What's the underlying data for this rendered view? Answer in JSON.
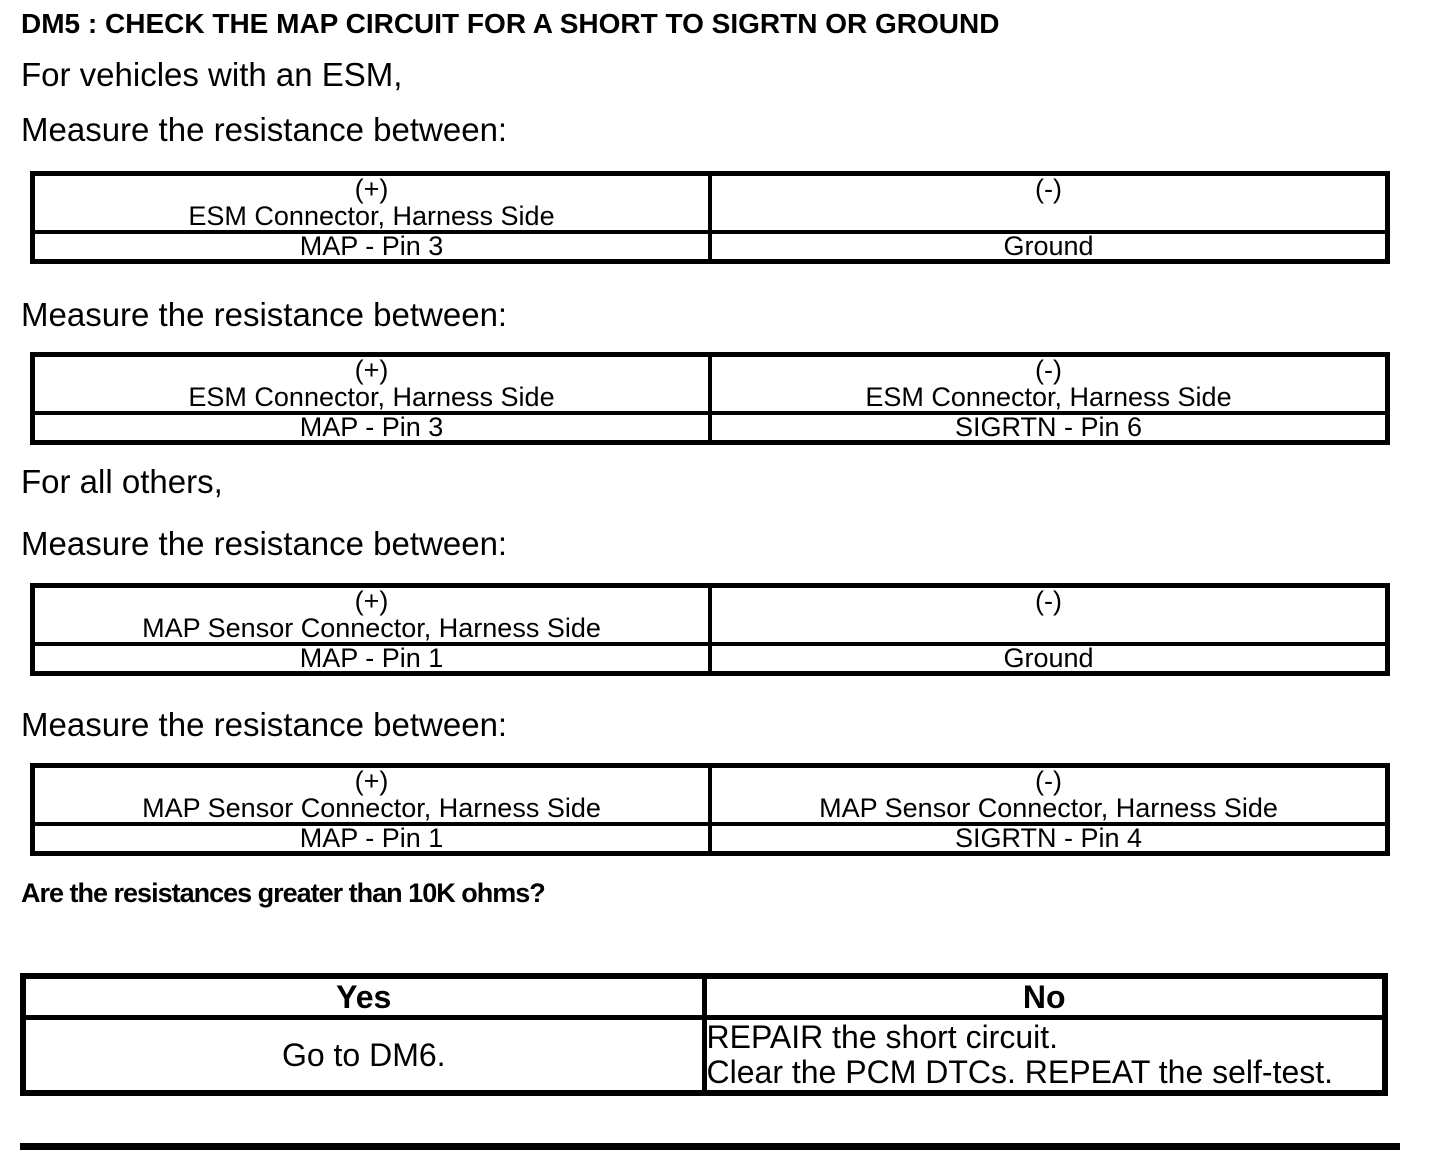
{
  "colors": {
    "text": "#000000",
    "background": "#ffffff",
    "border": "#000000"
  },
  "title": "DM5 : CHECK THE MAP CIRCUIT FOR A SHORT TO SIGRTN OR GROUND",
  "intro_esm": "For vehicles with an ESM,",
  "intro_others": "For all others,",
  "measurements": [
    {
      "label": "Measure the resistance between:",
      "positive": {
        "sign": "(+)",
        "connector": "ESM Connector, Harness Side",
        "point": "MAP - Pin 3"
      },
      "negative": {
        "sign": "(-)",
        "connector": "",
        "point": "Ground"
      }
    },
    {
      "label": "Measure the resistance between:",
      "positive": {
        "sign": "(+)",
        "connector": "ESM Connector, Harness Side",
        "point": "MAP - Pin 3"
      },
      "negative": {
        "sign": "(-)",
        "connector": "ESM Connector, Harness Side",
        "point": "SIGRTN - Pin 6"
      }
    },
    {
      "label": "Measure the resistance between:",
      "positive": {
        "sign": "(+)",
        "connector": "MAP Sensor Connector, Harness Side",
        "point": "MAP - Pin 1"
      },
      "negative": {
        "sign": "(-)",
        "connector": "",
        "point": "Ground"
      }
    },
    {
      "label": "Measure the resistance between:",
      "positive": {
        "sign": "(+)",
        "connector": "MAP Sensor Connector, Harness Side",
        "point": "MAP - Pin 1"
      },
      "negative": {
        "sign": "(-)",
        "connector": "MAP Sensor Connector, Harness Side",
        "point": "SIGRTN - Pin 4"
      }
    }
  ],
  "question": "Are the resistances greater than 10K ohms?",
  "decision": {
    "yes_label": "Yes",
    "no_label": "No",
    "yes_action": "Go to DM6.",
    "no_action_line1": "REPAIR the short circuit.",
    "no_action_line2": "Clear the PCM DTCs. REPEAT the self-test."
  }
}
